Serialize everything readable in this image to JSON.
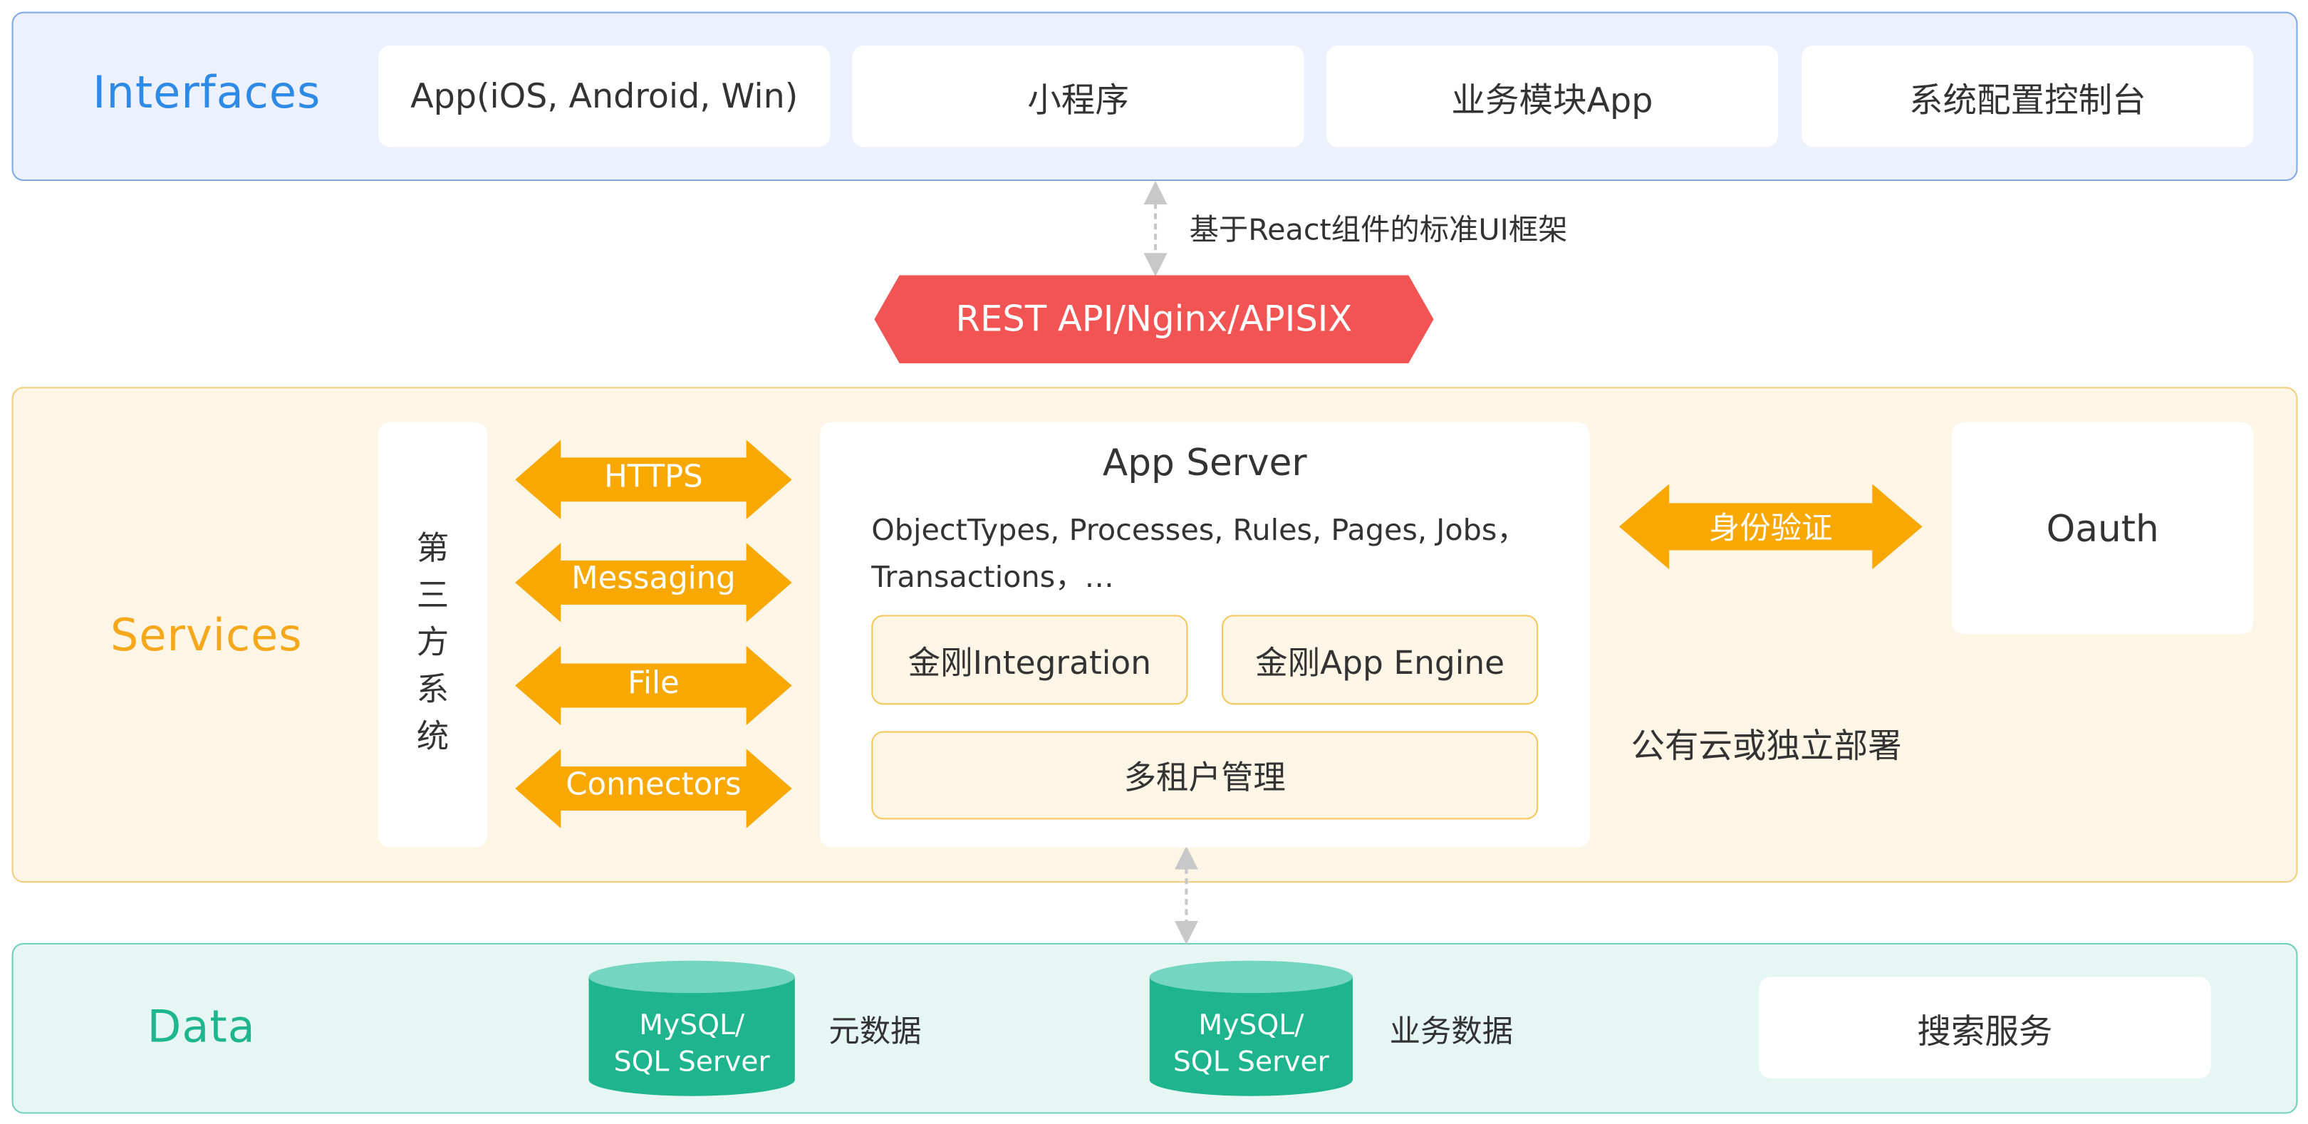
{
  "layers": {
    "interfaces": {
      "title": "Interfaces",
      "color": "#2d8ae6",
      "items": [
        "App(iOS, Android, Win)",
        "小程序",
        "业务模块App",
        "系统配置控制台"
      ]
    },
    "gateway": {
      "link_label": "基于React组件的标准UI框架",
      "label": "REST API/Nginx/APISIX",
      "color": "#f25454"
    },
    "services": {
      "title": "Services",
      "color": "#f5a81c",
      "third_party_chars": [
        "第",
        "三",
        "方",
        "系",
        "统"
      ],
      "protocols": [
        "HTTPS",
        "Messaging",
        "File",
        "Connectors"
      ],
      "app_server": {
        "title": "App Server",
        "desc_line1": "ObjectTypes, Processes, Rules, Pages, Jobs，",
        "desc_line2": "Transactions，…",
        "modules": [
          "金刚Integration",
          "金刚App Engine"
        ],
        "tenant": "多租户管理"
      },
      "auth_label": "身份验证",
      "oauth": "Oauth",
      "deploy": "公有云或独立部署"
    },
    "data": {
      "title": "Data",
      "color": "#1fb58f",
      "databases": [
        {
          "line1": "MySQL/",
          "line2": "SQL Server",
          "caption": "元数据"
        },
        {
          "line1": "MySQL/",
          "line2": "SQL Server",
          "caption": "业务数据"
        }
      ],
      "search": "搜索服务"
    }
  }
}
